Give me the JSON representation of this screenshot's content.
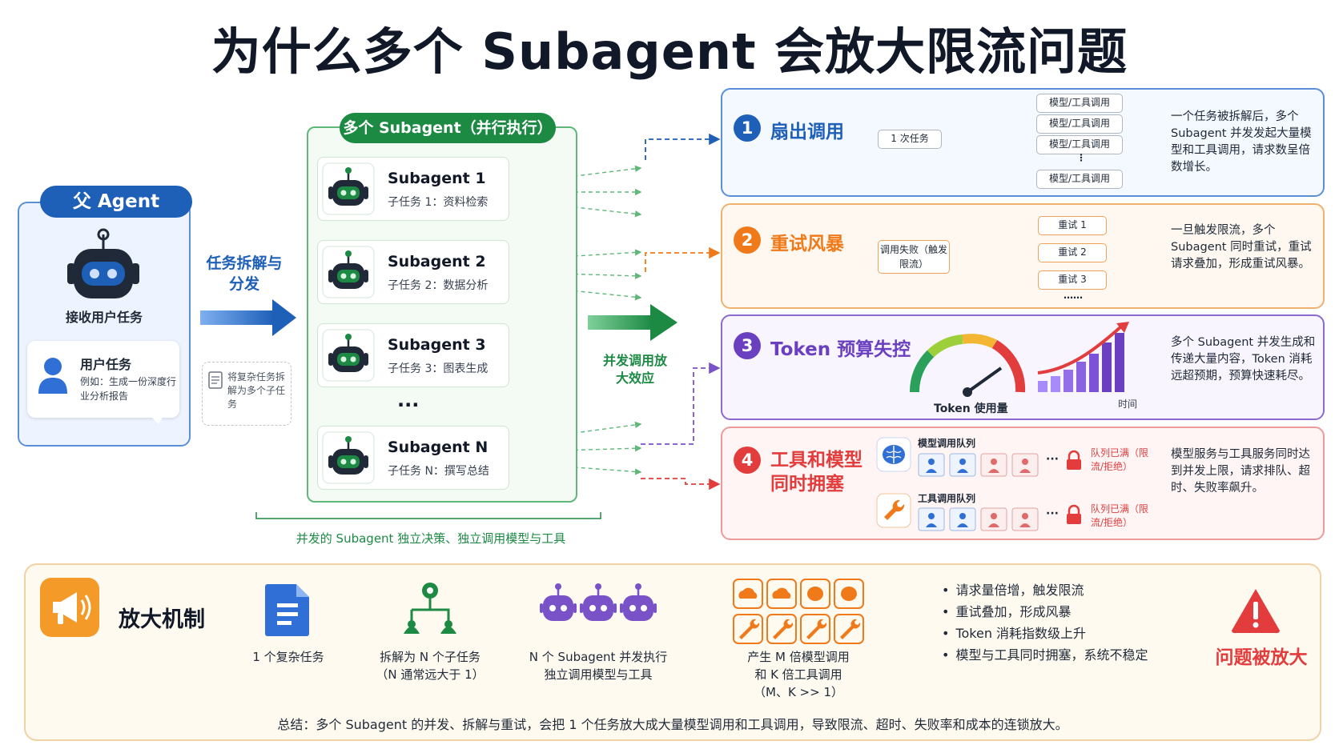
{
  "title": "为什么多个 Subagent 会放大限流问题",
  "parent": {
    "tag": "父 Agent",
    "receive_label": "接收用户任务",
    "user_task_title": "用户任务",
    "user_task_desc": "例如：生成一份深度行业分析报告"
  },
  "split": {
    "label": "任务拆解与分发",
    "note": "将复杂任务拆解为多个子任务"
  },
  "subagents": {
    "tag": "多个 Subagent（并行执行）",
    "items": [
      {
        "name": "Subagent 1",
        "task": "子任务 1：资料检索"
      },
      {
        "name": "Subagent 2",
        "task": "子任务 2：数据分析"
      },
      {
        "name": "Subagent 3",
        "task": "子任务 3：图表生成"
      },
      {
        "name": "Subagent N",
        "task": "子任务 N：撰写总结"
      }
    ],
    "ellipsis": "···",
    "caption": "并发的 Subagent 独立决策、独立调用模型与工具",
    "concurrency_label": "并发调用放大效应"
  },
  "panels": {
    "fanout": {
      "num": "1",
      "title": "扇出调用",
      "source": "1 次任务",
      "calls": [
        "模型/工具调用",
        "模型/工具调用",
        "模型/工具调用",
        "模型/工具调用"
      ],
      "dots": "⋮",
      "desc": "一个任务被拆解后，多个 Subagent 并发发起大量模型和工具调用，请求数呈倍数增长。"
    },
    "retry": {
      "num": "2",
      "title": "重试风暴",
      "source": "调用失败（触发限流）",
      "retries": [
        "重试 1",
        "重试 2",
        "重试 3"
      ],
      "dots": "……",
      "desc": "一旦触发限流，多个 Subagent 同时重试，重试请求叠加，形成重试风暴。"
    },
    "token": {
      "num": "3",
      "title": "Token 预算失控",
      "gauge_label": "Token 使用量",
      "time_label": "时间",
      "desc": "多个 Subagent 并发生成和传递大量内容，Token 消耗远超预期，预算快速耗尽。"
    },
    "congestion": {
      "num": "4",
      "title": "工具和模型同时拥塞",
      "model_queue_label": "模型调用队列",
      "tool_queue_label": "工具调用队列",
      "queue_full": "队列已满（限流/拒绝）",
      "dots": "···",
      "desc": "模型服务与工具服务同时达到并发上限，请求排队、超时、失败率飙升。"
    }
  },
  "mechanism": {
    "title": "放大机制",
    "steps": [
      {
        "label": "1 个复杂任务"
      },
      {
        "label": "拆解为 N 个子任务",
        "sub": "（N 通常远大于 1）"
      },
      {
        "label": "N 个 Subagent 并发执行",
        "sub": "独立调用模型与工具"
      },
      {
        "label": "产生 M 倍模型调用",
        "sub": "和 K 倍工具调用",
        "sub2": "（M、K >> 1）"
      }
    ],
    "bullets": [
      "请求量倍增，触发限流",
      "重试叠加，形成风暴",
      "Token 消耗指数级上升",
      "模型与工具同时拥塞，系统不稳定"
    ],
    "result": "问题被放大",
    "summary": "总结：多个 Subagent 的并发、拆解与重试，会把 1 个任务放大成大量模型调用和工具调用，导致限流、超时、失败率和成本的连锁放大。"
  },
  "colors": {
    "blue": "#1e5fb8",
    "green": "#1d8a44",
    "orange": "#f07a1a",
    "purple": "#6a3fc0",
    "red": "#e23c3c"
  }
}
